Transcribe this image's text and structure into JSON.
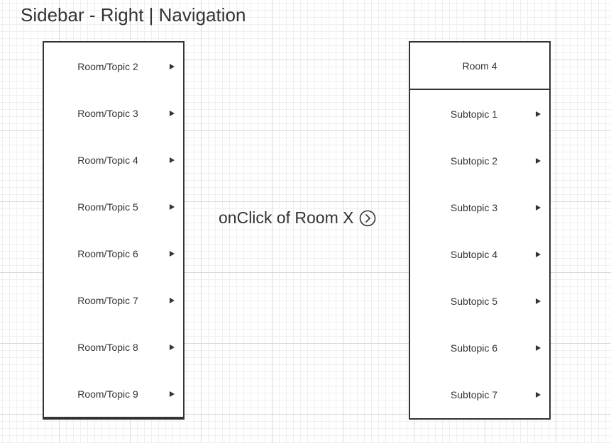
{
  "page": {
    "title": "Sidebar - Right | Navigation"
  },
  "left_sidebar": {
    "items": [
      {
        "label": "Room/Topic 2",
        "icon": "arrow-right-icon"
      },
      {
        "label": "Room/Topic 3",
        "icon": "arrow-right-icon"
      },
      {
        "label": "Room/Topic 4",
        "icon": "arrow-right-icon"
      },
      {
        "label": "Room/Topic 5",
        "icon": "arrow-right-icon"
      },
      {
        "label": "Room/Topic 6",
        "icon": "arrow-right-icon"
      },
      {
        "label": "Room/Topic 7",
        "icon": "arrow-right-icon"
      },
      {
        "label": "Room/Topic 8",
        "icon": "arrow-right-icon"
      },
      {
        "label": "Room/Topic 9",
        "icon": "arrow-right-icon"
      }
    ]
  },
  "transition": {
    "label": "onClick of Room X",
    "icon": "circle-chevron-right-icon"
  },
  "right_sidebar": {
    "header": "Room 4",
    "items": [
      {
        "label": "Subtopic 1",
        "icon": "arrow-right-icon"
      },
      {
        "label": "Subtopic 2",
        "icon": "arrow-right-icon"
      },
      {
        "label": "Subtopic 3",
        "icon": "arrow-right-icon"
      },
      {
        "label": "Subtopic 4",
        "icon": "arrow-right-icon"
      },
      {
        "label": "Subtopic 5",
        "icon": "arrow-right-icon"
      },
      {
        "label": "Subtopic 6",
        "icon": "arrow-right-icon"
      },
      {
        "label": "Subtopic 7",
        "icon": "arrow-right-icon"
      }
    ]
  },
  "colors": {
    "stroke": "#333333",
    "text": "#333333",
    "grid": "#d9d9d9",
    "background": "#ffffff"
  }
}
